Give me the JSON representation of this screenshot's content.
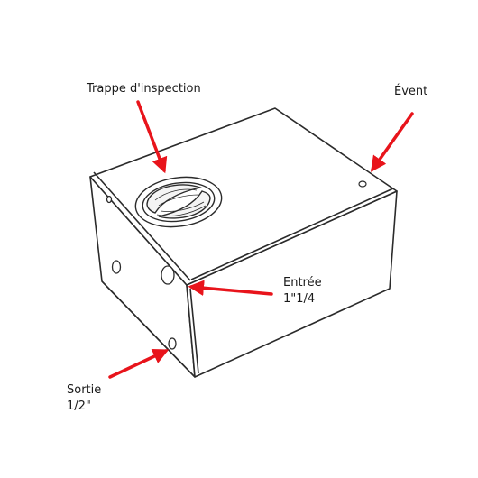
{
  "labels": {
    "inspection": "Trappe d'inspection",
    "vent": "Évent",
    "inlet_name": "Entrée",
    "inlet_size": "1\"1/4",
    "outlet_name": "Sortie",
    "outlet_size": "1/2\""
  },
  "colors": {
    "arrow": "#e8141b",
    "outline": "#2b2b2b",
    "surface": "#ffffff"
  },
  "icons": {
    "box": "tank-box-icon",
    "hatch": "inspection-hatch-icon"
  }
}
